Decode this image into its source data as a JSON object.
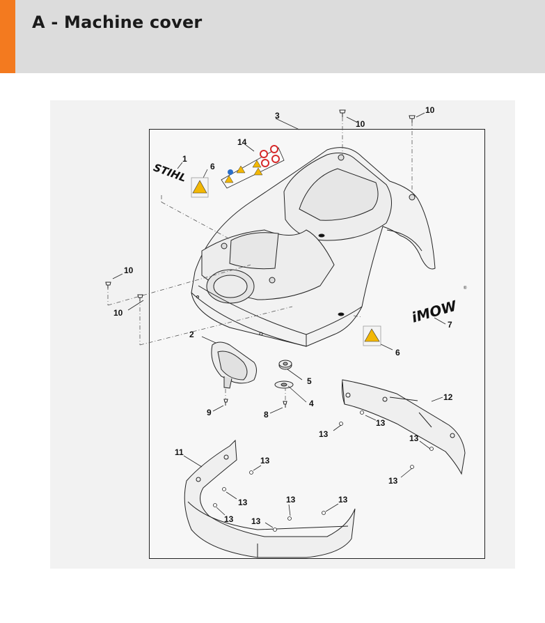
{
  "header": {
    "title": "A - Machine cover",
    "accent_color": "#f37a1f",
    "background_color": "#dcdcdc"
  },
  "diagram": {
    "logos": {
      "stihl": "STIHL",
      "imow": "iMOW",
      "registered": "®"
    },
    "callouts": {
      "c1": "1",
      "c2": "2",
      "c3": "3",
      "c4": "4",
      "c5": "5",
      "c6a": "6",
      "c6b": "6",
      "c7": "7",
      "c8": "8",
      "c9": "9",
      "c10a": "10",
      "c10b": "10",
      "c10c": "10",
      "c10d": "10",
      "c11": "11",
      "c12": "12",
      "c13a": "13",
      "c13b": "13",
      "c13c": "13",
      "c13d": "13",
      "c13e": "13",
      "c13f": "13",
      "c13g": "13",
      "c13h": "13",
      "c13i": "13",
      "c14": "14"
    },
    "warning_color": "#f2b705",
    "prohibition_color": "#d62a2a",
    "info_color": "#2b6fc9"
  }
}
